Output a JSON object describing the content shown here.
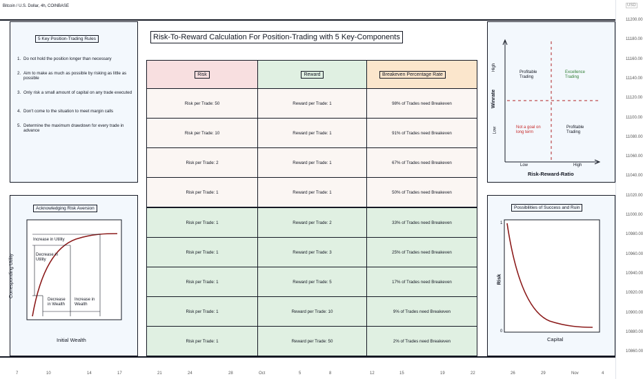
{
  "header": {
    "symbol": "Bitcoin / U.S. Dollar, 4h, COINBASE"
  },
  "price_scale": {
    "currency": "USD",
    "labels": [
      "11200.00",
      "11180.00",
      "11160.00",
      "11140.00",
      "11120.00",
      "11100.00",
      "11080.00",
      "11060.00",
      "11040.00",
      "11020.00",
      "11000.00",
      "10980.00",
      "10960.00",
      "10940.00",
      "10920.00",
      "10900.00",
      "10880.00",
      "10860.00"
    ]
  },
  "time_scale": {
    "labels": [
      "7",
      "10",
      "14",
      "17",
      "21",
      "24",
      "28",
      "Oct",
      "5",
      "8",
      "12",
      "15",
      "19",
      "22",
      "26",
      "29",
      "Nov",
      "4"
    ]
  },
  "rules_panel": {
    "title": "5 Key Position-Trading Rules",
    "items": [
      {
        "num": "1.",
        "text": "Do not hold the position longer than necessary"
      },
      {
        "num": "2.",
        "text": "Aim to make as much as possible by risking as little as possible"
      },
      {
        "num": "3.",
        "text": "Only risk a small amount of capital on any trade executed"
      },
      {
        "num": "4.",
        "text": "Don't come to the situation to meet margin calls"
      },
      {
        "num": "5.",
        "text": "Determine the maximum drawdown for every trade in advance"
      }
    ]
  },
  "main": {
    "title": "Risk-To-Reward Calculation For Position-Trading with 5 Key-Components",
    "headers": {
      "risk": "Risk",
      "reward": "Reward",
      "breakeven": "Breakeven Percentage Rate"
    },
    "rows": [
      {
        "risk": "Risk per Trade: 50",
        "reward": "Reward per Trade: 1",
        "breakeven": "98% of Trades need Breakeven"
      },
      {
        "risk": "Risk per Trade: 10",
        "reward": "Reward per Trade: 1",
        "breakeven": "91% of Trades need Breakeven"
      },
      {
        "risk": "Risk per Trade: 2",
        "reward": "Reward per Trade: 1",
        "breakeven": "67% of Trades need Breakeven"
      },
      {
        "risk": "Risk per Trade: 1",
        "reward": "Reward per Trade: 1",
        "breakeven": "50% of Trades need Breakeven"
      },
      {
        "risk": "Risk per Trade: 1",
        "reward": "Reward per Trade: 2",
        "breakeven": "33% of Trades need Breakeven"
      },
      {
        "risk": "Risk per Trade: 1",
        "reward": "Reward per Trade: 3",
        "breakeven": "25% of Trades need Breakeven"
      },
      {
        "risk": "Risk per Trade: 1",
        "reward": "Reward per Trade: 5",
        "breakeven": "17% of Trades need Breakeven"
      },
      {
        "risk": "Risk per Trade: 1",
        "reward": "Reward per Trade: 10",
        "breakeven": "9% of Trades need Breakeven"
      },
      {
        "risk": "Risk per Trade: 1",
        "reward": "Reward per Trade: 50",
        "breakeven": "2% of Trades need Breakeven"
      }
    ]
  },
  "quadrant": {
    "ylabel": "Winrate",
    "xlabel": "Risk-Reward-Ratio",
    "y_high": "High",
    "y_low": "Low",
    "x_low": "Low",
    "x_high": "High",
    "q_top_left": "Profitable Trading",
    "q_top_right": "Excellence Trading",
    "q_bottom_left": "Not a goal on long term",
    "q_bottom_right": "Profitable Trading"
  },
  "risk_aversion": {
    "title": "Acknowledging Risk Aversion",
    "ylabel": "Corresponding Utility",
    "xlabel": "Initial Wealth",
    "increase_utility": "Increase in Utility",
    "decrease_utility": "Decrease in Utility",
    "decrease_wealth": "Decrease in Wealth",
    "increase_wealth": "Increase in Wealth"
  },
  "ruin": {
    "title": "Possibilities of Success and Ruin",
    "ylabel": "Risk",
    "xlabel": "Capital",
    "y_top": "1",
    "y_bottom": "0"
  },
  "colors": {
    "risk_header": "#f8dfe0",
    "reward_header": "#e0f0e2",
    "breakeven_header": "#fbe6cc",
    "curve": "#8b1a1a",
    "dashed": "#b22222",
    "excellence": "#2e7d32",
    "not_goal": "#c62828"
  }
}
